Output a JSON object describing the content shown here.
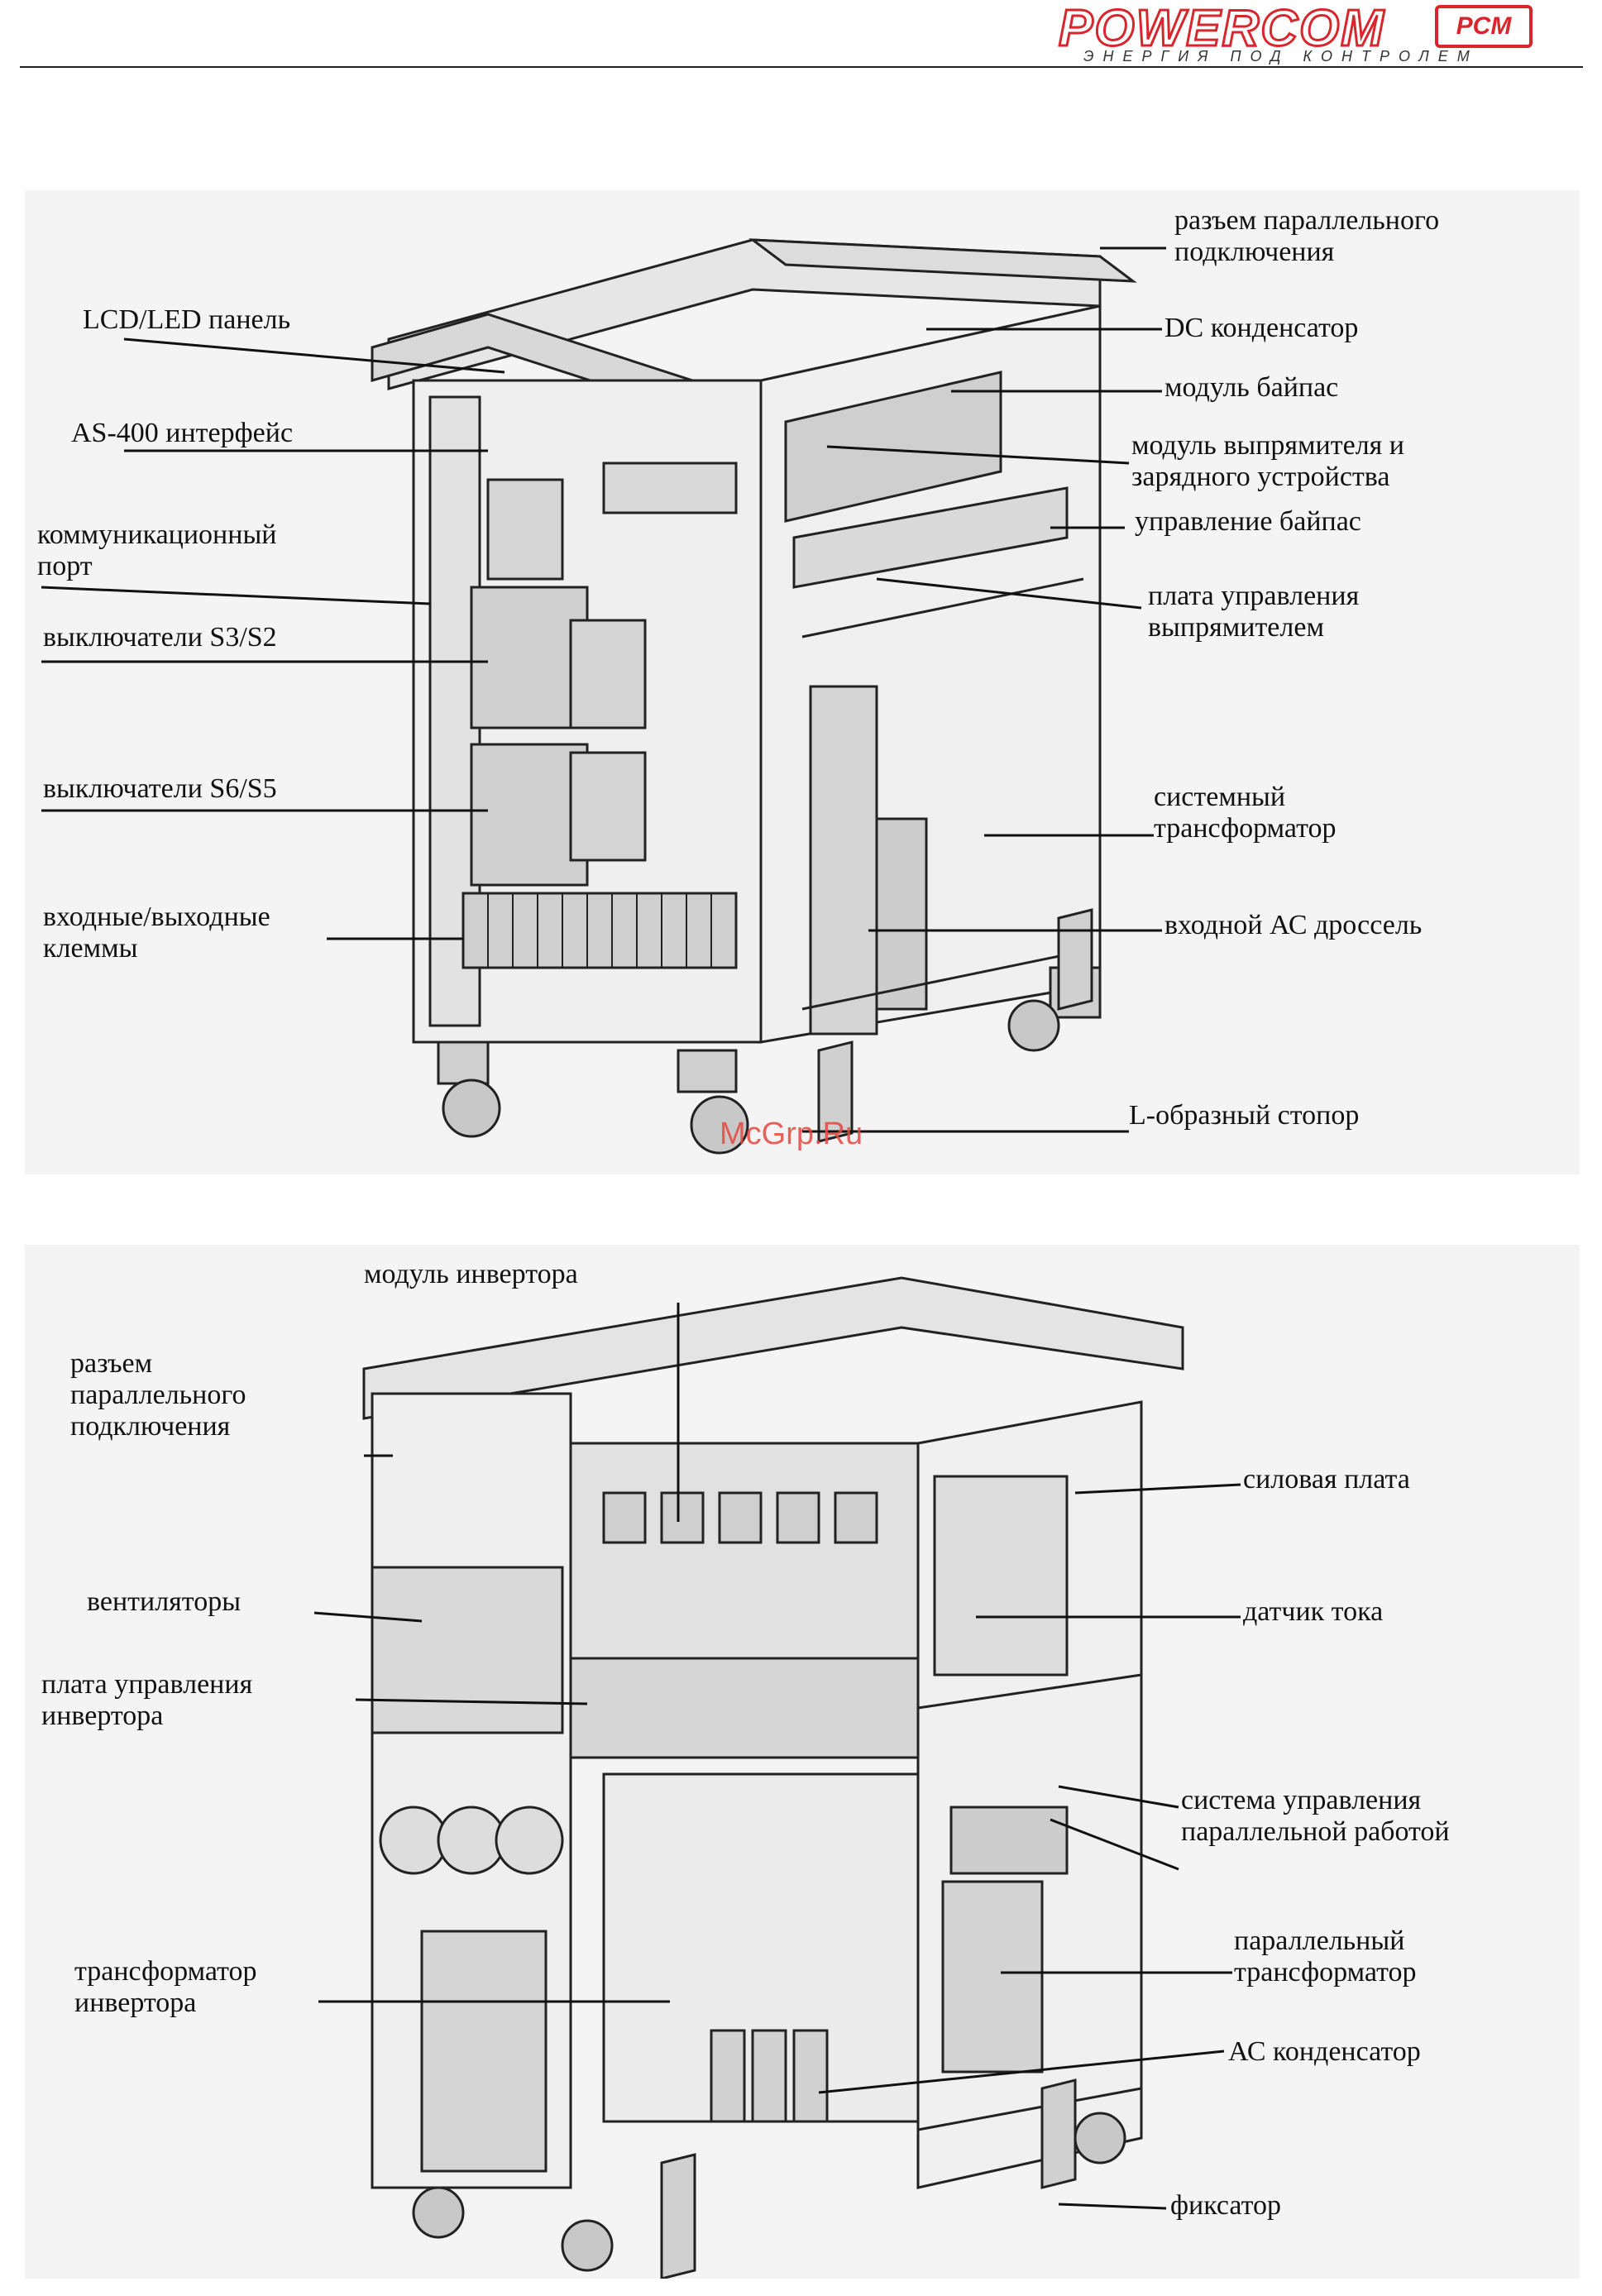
{
  "header": {
    "logo_text": "POWERCOM",
    "logo_badge": "PCM",
    "tagline": "ЭНЕРГИЯ ПОД КОНТРОЛЕМ"
  },
  "watermark": "McGrp.Ru",
  "top_diagram": {
    "labels": {
      "parallel_connector": "разъем параллельного\nподключения",
      "dc_capacitor": "DC конденсатор",
      "lcd_led_panel": "LCD/LED панель",
      "bypass_module": "модуль байпас",
      "as400_interface": "AS-400 интерфейс",
      "rectifier_module": "модуль выпрямителя и\nзарядного устройства",
      "comm_port": "коммуникационный\nпорт",
      "bypass_control": "управление байпас",
      "rectifier_board": "плата управления\nвыпрямителем",
      "switches_s3_s2": "выключатели S3/S2",
      "switches_s6_s5": "выключатели S6/S5",
      "system_transformer": "системный\nтрансформатор",
      "io_terminals": "входные/выходные\nклеммы",
      "input_ac_choke": "входной АС дроссель",
      "l_stopper": "L-образный стопор"
    }
  },
  "bottom_diagram": {
    "labels": {
      "inverter_module": "модуль инвертора",
      "parallel_connector": "разъем\nпараллельного\nподключения",
      "power_board": "силовая плата",
      "fans": "вентиляторы",
      "current_sensor": "датчик тока",
      "inverter_board": "плата управления\nинвертора",
      "parallel_control": "система управления\nпараллельной работой",
      "parallel_transformer": "параллельный\nтрансформатор",
      "inverter_transformer": "трансформатор\nинвертора",
      "ac_capacitor": "АС конденсатор",
      "clamp": "фиксатор"
    }
  }
}
